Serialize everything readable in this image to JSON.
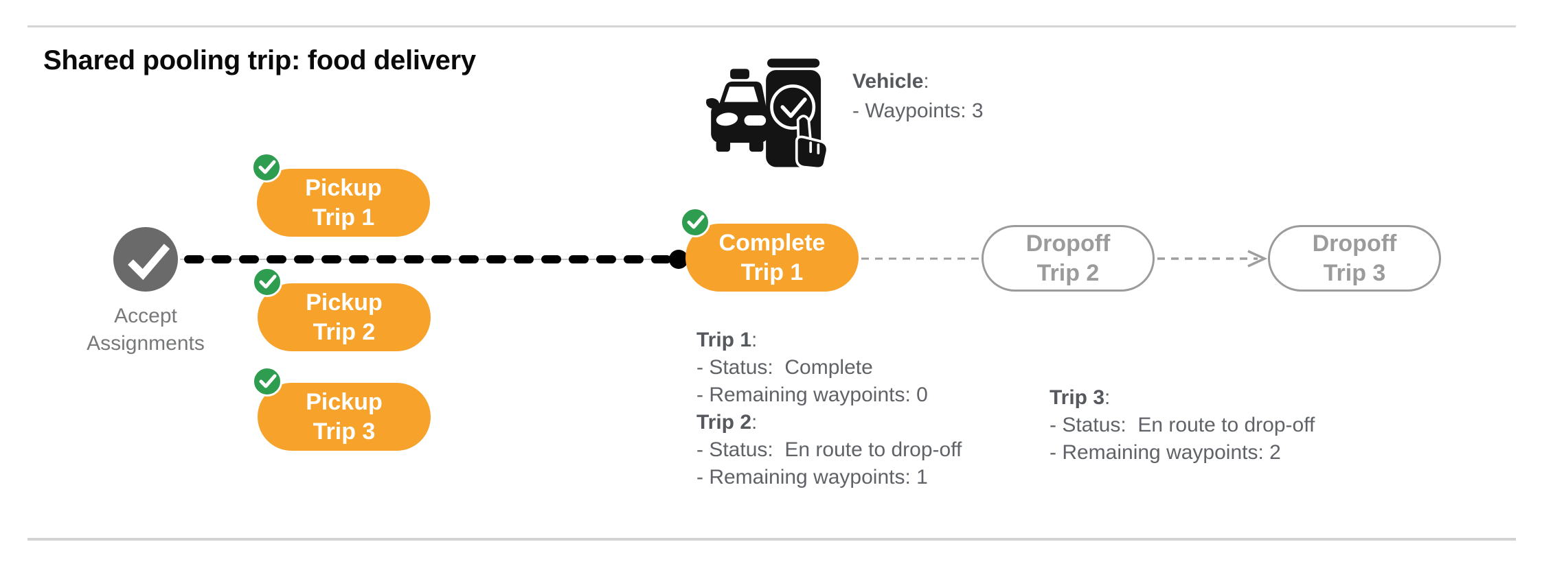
{
  "title": "Shared pooling trip: food delivery",
  "vehicle": {
    "icon": "car-phone-check-icon",
    "label_bold": "Vehicle",
    "label_suffix": ":",
    "waypoints_line": "- Waypoints: 3"
  },
  "flow": {
    "start_label_line1": "Accept",
    "start_label_line2": "Assignments",
    "pickup1": {
      "line1": "Pickup",
      "line2": "Trip 1"
    },
    "pickup2": {
      "line1": "Pickup",
      "line2": "Trip 2"
    },
    "pickup3": {
      "line1": "Pickup",
      "line2": "Trip 3"
    },
    "complete1": {
      "line1": "Complete",
      "line2": "Trip 1"
    },
    "dropoff2": {
      "line1": "Dropoff",
      "line2": "Trip 2"
    },
    "dropoff3": {
      "line1": "Dropoff",
      "line2": "Trip 3"
    }
  },
  "status": {
    "trip1_heading_bold": "Trip 1",
    "trip1_heading_suffix": ":",
    "trip1_status": "- Status:  Complete",
    "trip1_waypoints": "- Remaining waypoints: 0",
    "trip2_heading_bold": "Trip 2",
    "trip2_heading_suffix": ":",
    "trip2_status": "- Status:  En route to drop-off",
    "trip2_waypoints": "- Remaining waypoints: 1",
    "trip3_heading_bold": "Trip 3",
    "trip3_heading_suffix": ":",
    "trip3_status": "- Status:  En route to drop-off",
    "trip3_waypoints": "- Remaining waypoints: 2"
  },
  "colors": {
    "pill_orange": "#F6A22B",
    "badge_green": "#2E9D4F",
    "node_gray": "#6A6A6A",
    "text_gray": "#5F6368",
    "outline_gray": "#9B9B9B",
    "divider_gray": "#D5D5D5",
    "connector_black": "#000000"
  }
}
